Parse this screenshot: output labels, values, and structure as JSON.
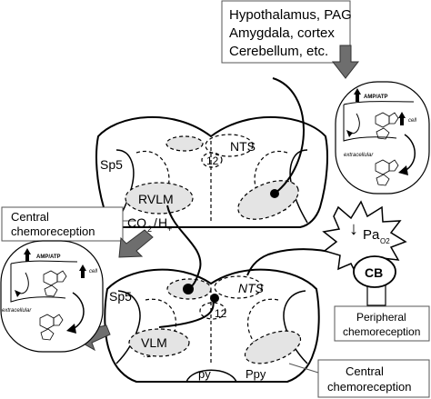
{
  "diagram": {
    "higher_centers": [
      "Hypothalamus, PAG",
      "Amygdala, cortex",
      "Cerebellum, etc."
    ],
    "upper_section": {
      "sp5": "Sp5",
      "nts": "NTS",
      "hypoglossal": "12",
      "rvlm": "RVLM"
    },
    "central_chemo_top": [
      "Central",
      "chemoreception"
    ],
    "co2": "CO",
    "co2_sub": "2",
    "slash": "/",
    "h": "H",
    "h_sub": "+",
    "po2_main": "Pa",
    "po2_sub": "O2",
    "cb": "CB",
    "lower_section": {
      "sp5": "Sp5",
      "nts": "NTS",
      "hypoglossal": "12",
      "vlm": "VLM",
      "py": "py",
      "ppy": "Ppy"
    },
    "peripheral_chemo": [
      "Peripheral",
      "chemoreception"
    ],
    "central_chemo_bottom": [
      "Central",
      "chemoreception"
    ],
    "inset": {
      "amp_atp": "AMP/ATP",
      "cell": "cell",
      "extracellular": "extracellular"
    }
  }
}
